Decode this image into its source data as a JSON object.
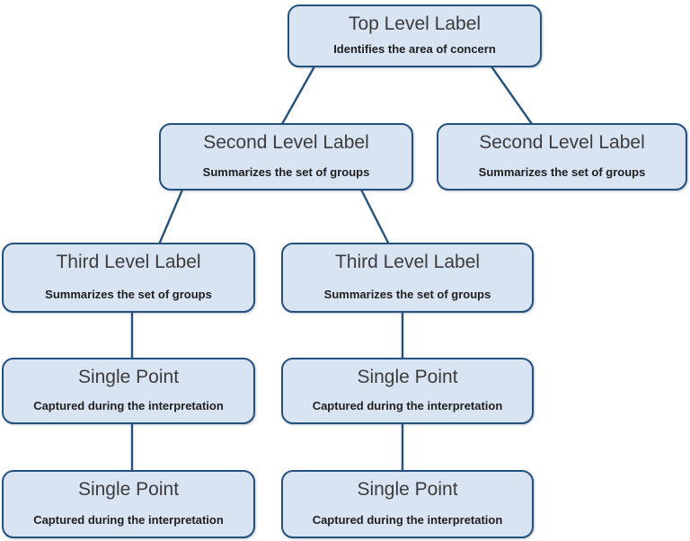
{
  "diagram": {
    "type": "hierarchy-tree",
    "colors": {
      "node_fill": "#d8e4f2",
      "node_border": "#24517e",
      "connector": "#24517e",
      "title_text": "#3c3c3c",
      "subtitle_text": "#1f1f1f",
      "canvas_bg": "#ffffff"
    },
    "nodes": [
      {
        "id": "top",
        "title": "Top Level Label",
        "subtitle": "Identifies the area of concern"
      },
      {
        "id": "second-left",
        "title": "Second Level Label",
        "subtitle": "Summarizes the set of groups"
      },
      {
        "id": "second-right",
        "title": "Second Level Label",
        "subtitle": "Summarizes the set of groups"
      },
      {
        "id": "third-left",
        "title": "Third Level Label",
        "subtitle": "Summarizes the set of groups"
      },
      {
        "id": "third-right",
        "title": "Third Level Label",
        "subtitle": "Summarizes the set of groups"
      },
      {
        "id": "single-point-1-left",
        "title": "Single Point",
        "subtitle": "Captured during the interpretation"
      },
      {
        "id": "single-point-1-right",
        "title": "Single Point",
        "subtitle": "Captured during the interpretation"
      },
      {
        "id": "single-point-2-left",
        "title": "Single Point",
        "subtitle": "Captured during the interpretation"
      },
      {
        "id": "single-point-2-right",
        "title": "Single Point",
        "subtitle": "Captured during the interpretation"
      }
    ],
    "edges": [
      {
        "from": "top",
        "to": "second-left"
      },
      {
        "from": "top",
        "to": "second-right"
      },
      {
        "from": "second-left",
        "to": "third-left"
      },
      {
        "from": "second-left",
        "to": "third-right"
      },
      {
        "from": "third-left",
        "to": "single-point-1-left"
      },
      {
        "from": "third-right",
        "to": "single-point-1-right"
      },
      {
        "from": "single-point-1-left",
        "to": "single-point-2-left"
      },
      {
        "from": "single-point-1-right",
        "to": "single-point-2-right"
      }
    ]
  }
}
